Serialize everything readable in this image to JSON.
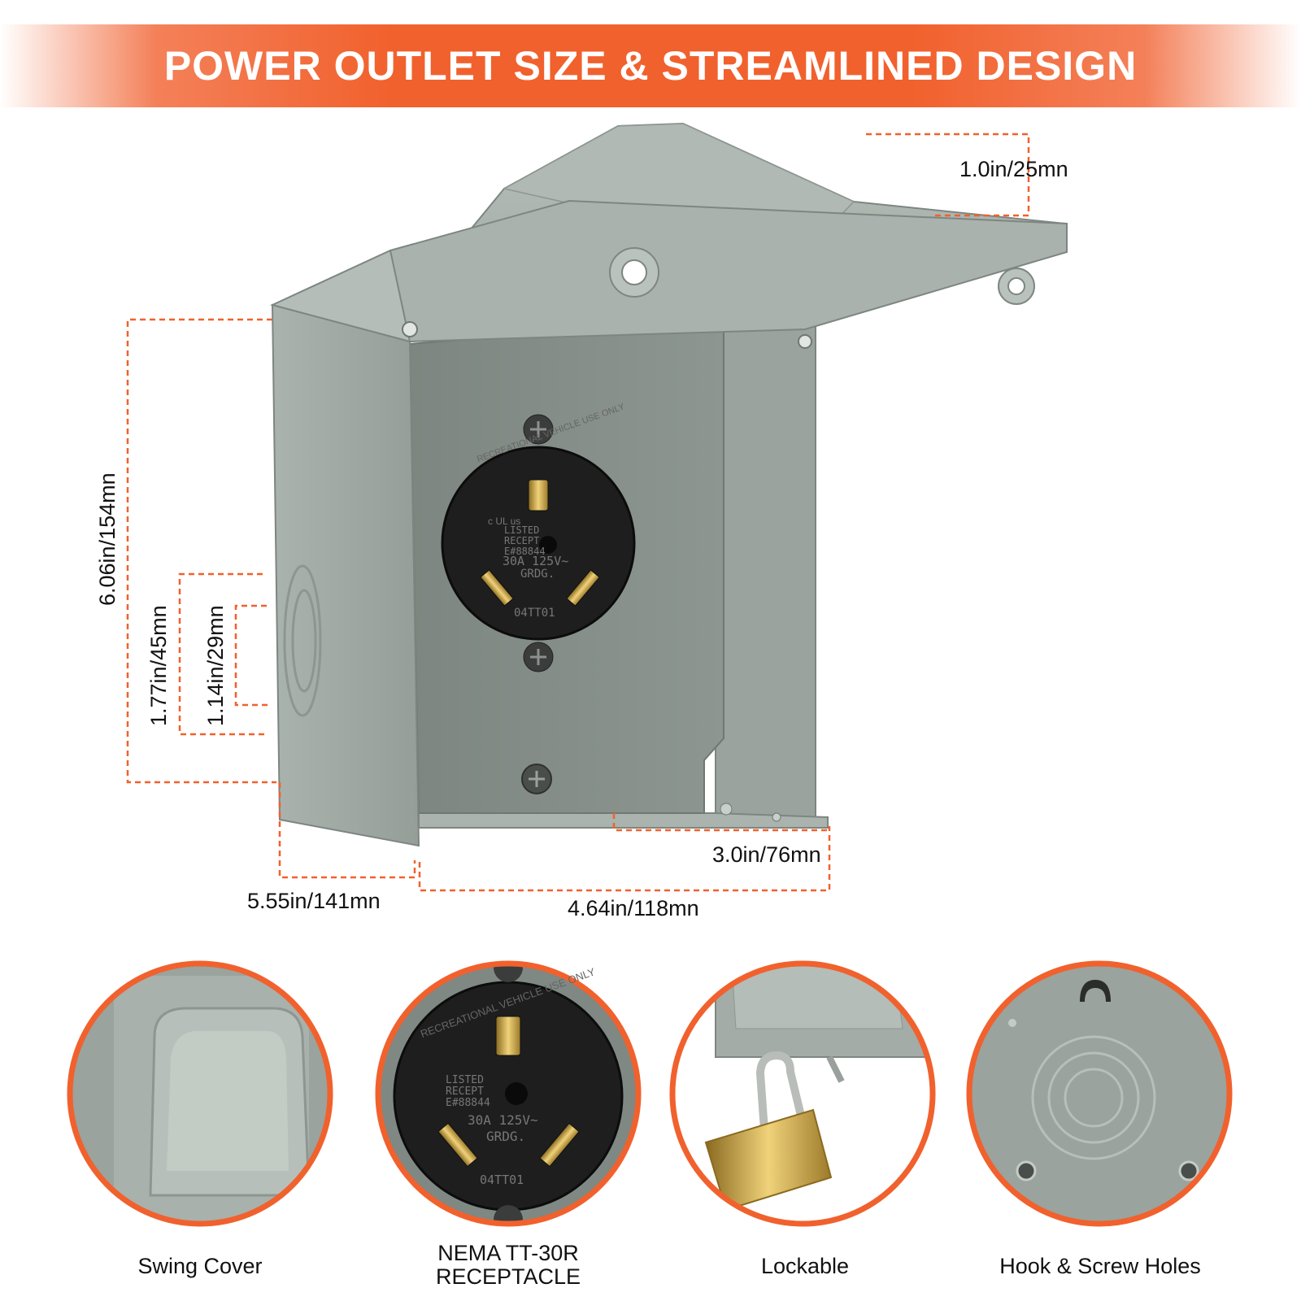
{
  "banner": {
    "title": "POWER OUTLET SIZE & STREAMLINED DESIGN"
  },
  "dimensions": {
    "cover_depth": "1.0in/25mn",
    "height": "6.06in/154mn",
    "knockout_outer": "1.77in/45mn",
    "knockout_inner": "1.14in/29mn",
    "depth": "5.55in/141mn",
    "width": "4.64in/118mn",
    "inner_depth": "3.0in/76mn"
  },
  "receptacle": {
    "ring_text": "RECREATIONAL VEHICLE USE ONLY",
    "cert": "c UL us",
    "listed": [
      "LISTED",
      "RECEPT",
      "E#88844"
    ],
    "rating": "30A  125V~",
    "grdg": "GRDG.",
    "model": "04TT01"
  },
  "features": [
    {
      "label": "Swing Cover",
      "icon": "swing-cover-icon"
    },
    {
      "label": "NEMA TT-30R\nRECEPTACLE",
      "icon": "receptacle-icon"
    },
    {
      "label": "Lockable",
      "icon": "padlock-icon"
    },
    {
      "label": "Hook & Screw Holes",
      "icon": "hook-hole-icon"
    }
  ],
  "colors": {
    "accent": "#f1612d",
    "box": "#a3aca6",
    "box_dark": "#7f8882",
    "receptacle": "#1e1e1e",
    "brass": "#c9a449"
  }
}
